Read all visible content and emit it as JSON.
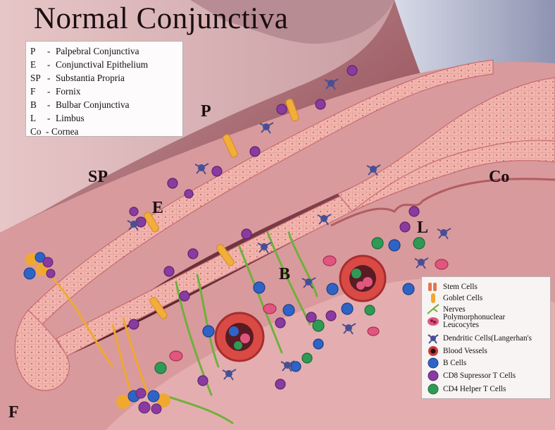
{
  "title": "Normal Conjunctiva",
  "abbreviations": [
    {
      "key": "P",
      "sep": "-",
      "text": "Palpebral Conjunctiva"
    },
    {
      "key": "E",
      "sep": "-",
      "text": "Conjunctival Epithelium"
    },
    {
      "key": "SP",
      "sep": "-",
      "text": "Substantia Propria"
    },
    {
      "key": "F",
      "sep": "-",
      "text": "Fornix"
    },
    {
      "key": "B",
      "sep": "-",
      "text": "Bulbar Conjunctiva"
    },
    {
      "key": "L",
      "sep": "-",
      "text": "Limbus"
    },
    {
      "key": "Co",
      "sep": "-",
      "text": "Cornea"
    }
  ],
  "regions": {
    "p": "P",
    "sp": "SP",
    "e": "E",
    "f": "F",
    "b": "B",
    "l": "L",
    "co": "Co"
  },
  "legend": [
    {
      "icon": "stem-cells-icon",
      "label": "Stem Cells"
    },
    {
      "icon": "goblet-cells-icon",
      "label": "Goblet Cells"
    },
    {
      "icon": "nerves-icon",
      "label": "Nerves"
    },
    {
      "icon": "polymorphonuclear-leucocyte-icon",
      "label": "Polymorphonuclear",
      "label2": "Leucocytes"
    },
    {
      "icon": "dendritic-cell-icon",
      "label": "Dendritic Cells(Langerhan's"
    },
    {
      "icon": "blood-vessel-icon",
      "label": "Blood Vessels"
    },
    {
      "icon": "b-cell-icon",
      "label": "B Cells"
    },
    {
      "icon": "cd8-cell-icon",
      "label": "CD8 Supressor T Cells"
    },
    {
      "icon": "cd4-cell-icon",
      "label": "CD4 Helper T Cells"
    }
  ],
  "colors": {
    "background": "#9a5d65",
    "tissue": "#e6a6a4",
    "epithelium": "#f0b4ad",
    "cornea": "#b9bfd3",
    "b_cell": "#2f64c6",
    "cd8_cell": "#8a3b9f",
    "cd4_cell": "#2f9a55",
    "nerve": "#6fb03c",
    "pmn": "#e0567f",
    "goblet": "#f0a830",
    "stem": "#e07850",
    "dendritic": "#4a4f93",
    "vessel": "#c83a3a"
  }
}
